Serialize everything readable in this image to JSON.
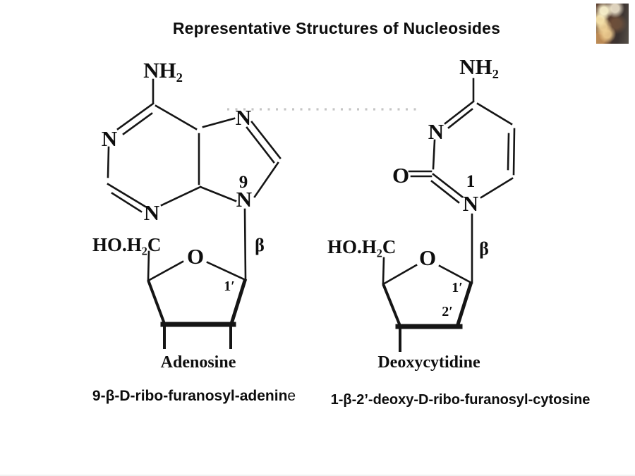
{
  "slide": {
    "title": "Representative Structures of Nucleosides"
  },
  "left_structure": {
    "name": "Adenosine",
    "caption_main": "9-β-D-ribo-furanosyl-adenin",
    "caption_tail": "e",
    "base_atoms": {
      "amine": "NH₂",
      "n1": "N",
      "n3": "N",
      "n7": "N",
      "n9": "N",
      "position_9": "9"
    },
    "sugar_atoms": {
      "hydroxymethyl": "HO.H₂C",
      "ring_oxygen": "O",
      "beta": "β",
      "c1_prime": "1′"
    }
  },
  "right_structure": {
    "name": "Deoxycytidine",
    "caption": "1-β-2’-deoxy-D-ribo-furanosyl-cytosine",
    "base_atoms": {
      "amine": "NH₂",
      "n3": "N",
      "carbonyl_oxygen": "O",
      "n1": "N",
      "position_1": "1"
    },
    "sugar_atoms": {
      "hydroxymethyl": "HO.H₂C",
      "ring_oxygen": "O",
      "beta": "β",
      "c1_prime": "1′",
      "c2_prime": "2′"
    }
  }
}
